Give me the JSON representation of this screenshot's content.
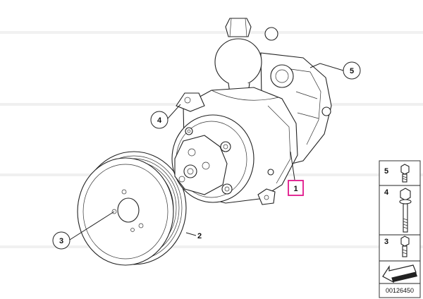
{
  "diagram": {
    "callouts": [
      {
        "id": "c1",
        "label": "1",
        "highlight": true,
        "highlight_color": "#e0168a"
      },
      {
        "id": "c2",
        "label": "2"
      },
      {
        "id": "c3",
        "label": "3"
      },
      {
        "id": "c4",
        "label": "4"
      },
      {
        "id": "c5",
        "label": "5"
      }
    ],
    "hardware_panel": {
      "items": [
        {
          "label": "5",
          "part": "bolt-short-hex"
        },
        {
          "label": "4",
          "part": "bolt-long-hex"
        },
        {
          "label": "3",
          "part": "bolt-short-hex"
        }
      ]
    },
    "reference_number": "00126450",
    "colors": {
      "highlight": "#e0168a",
      "ink": "#222222"
    }
  }
}
